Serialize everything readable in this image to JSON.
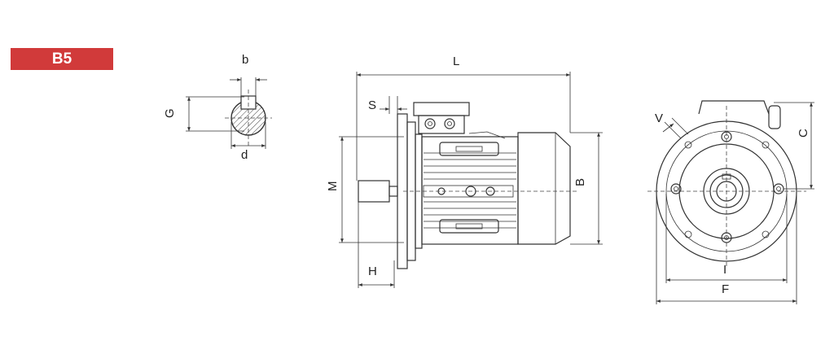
{
  "badge": {
    "label": "B5",
    "color": "#d13a3a"
  },
  "labels": {
    "b": "b",
    "G": "G",
    "d": "d",
    "L": "L",
    "S": "S",
    "M": "M",
    "H": "H",
    "B": "B",
    "V": "V",
    "C": "C",
    "I": "I",
    "F": "F"
  }
}
